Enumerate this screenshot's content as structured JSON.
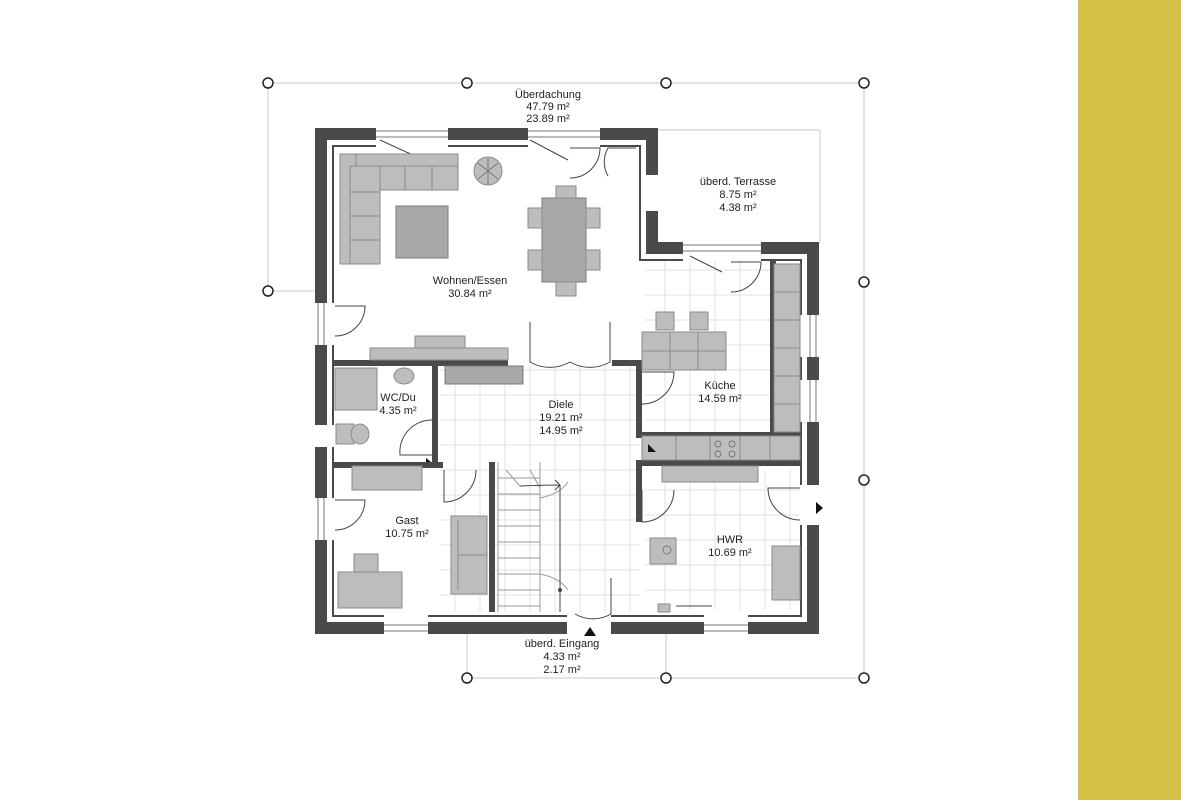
{
  "colors": {
    "accent_band": "#d4c046",
    "wall": "#4a4a4a",
    "furniture": "#bdbdbd"
  },
  "rooms": [
    {
      "id": "ueberdachung",
      "name": "Überdachung",
      "area1": "47.79 m²",
      "area2": "23.89 m²"
    },
    {
      "id": "terrasse",
      "name": "überd. Terrasse",
      "area1": "8.75 m²",
      "area2": "4.38 m²"
    },
    {
      "id": "wohnen",
      "name": "Wohnen/Essen",
      "area1": "30.84 m²"
    },
    {
      "id": "kueche",
      "name": "Küche",
      "area1": "14.59 m²"
    },
    {
      "id": "wc",
      "name": "WC/Du",
      "area1": "4.35 m²"
    },
    {
      "id": "diele",
      "name": "Diele",
      "area1": "19.21 m²",
      "area2": "14.95 m²"
    },
    {
      "id": "gast",
      "name": "Gast",
      "area1": "10.75 m²"
    },
    {
      "id": "hwr",
      "name": "HWR",
      "area1": "10.69 m²"
    },
    {
      "id": "eingang",
      "name": "überd. Eingang",
      "area1": "4.33 m²",
      "area2": "2.17 m²"
    }
  ]
}
